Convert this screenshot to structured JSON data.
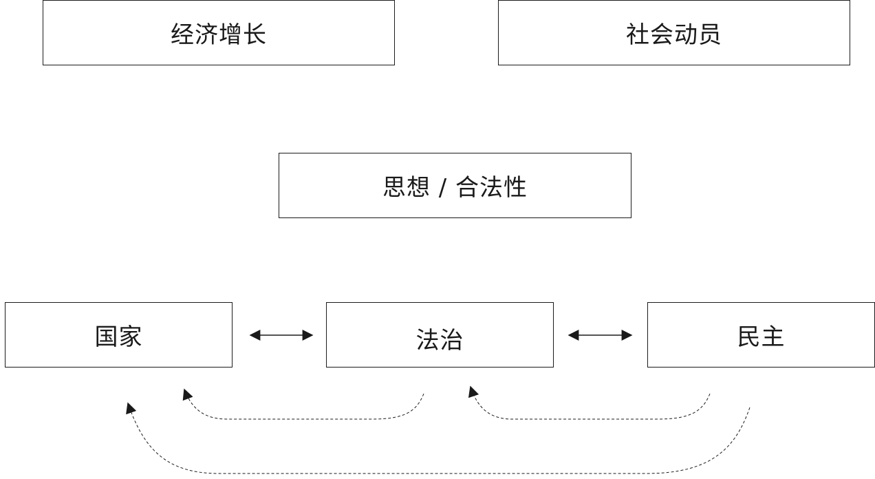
{
  "nodes": {
    "economic_growth": "经济增长",
    "social_mobilization": "社会动员",
    "ideas_legitimacy": "思想 / 合法性",
    "state": "国家",
    "rule_of_law": "法治",
    "democracy": "民主"
  },
  "edges": [
    {
      "from": "state",
      "to": "rule_of_law",
      "style": "solid",
      "direction": "both"
    },
    {
      "from": "rule_of_law",
      "to": "democracy",
      "style": "solid",
      "direction": "both"
    },
    {
      "from": "rule_of_law",
      "to": "state",
      "style": "dashed",
      "direction": "forward"
    },
    {
      "from": "democracy",
      "to": "rule_of_law",
      "style": "dashed",
      "direction": "forward"
    },
    {
      "from": "democracy",
      "to": "state",
      "style": "dashed",
      "direction": "forward"
    }
  ],
  "colors": {
    "line": "#1a1a1a",
    "background": "#ffffff"
  }
}
